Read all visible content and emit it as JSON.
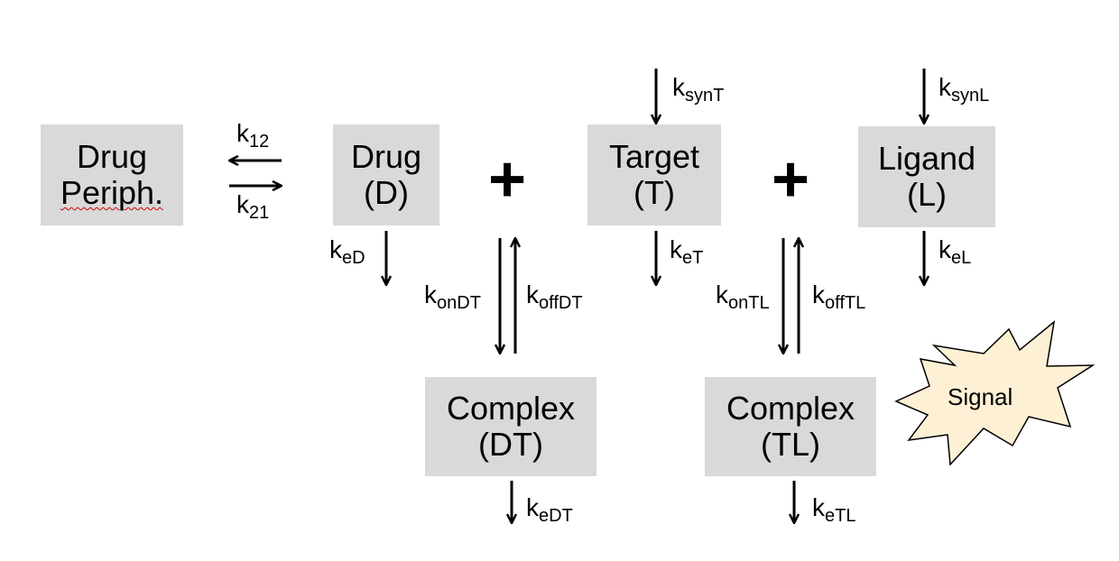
{
  "nodes": {
    "drug_periph": {
      "line1": "Drug",
      "line2": "Periph."
    },
    "drug": {
      "line1": "Drug",
      "line2": "(D)"
    },
    "target": {
      "line1": "Target",
      "line2": "(T)"
    },
    "ligand": {
      "line1": "Ligand",
      "line2": "(L)"
    },
    "complex_dt": {
      "line1": "Complex",
      "line2": "(DT)"
    },
    "complex_tl": {
      "line1": "Complex",
      "line2": "(TL)"
    }
  },
  "operators": {
    "plus": "+"
  },
  "rates": {
    "k12": {
      "base": "k",
      "sub": "12"
    },
    "k21": {
      "base": "k",
      "sub": "21"
    },
    "keD": {
      "base": "k",
      "sub": "eD"
    },
    "ksynT": {
      "base": "k",
      "sub": "synT"
    },
    "keT": {
      "base": "k",
      "sub": "eT"
    },
    "ksynL": {
      "base": "k",
      "sub": "synL"
    },
    "keL": {
      "base": "k",
      "sub": "eL"
    },
    "konDT": {
      "base": "k",
      "sub": "onDT"
    },
    "koffDT": {
      "base": "k",
      "sub": "offDT"
    },
    "konTL": {
      "base": "k",
      "sub": "onTL"
    },
    "koffTL": {
      "base": "k",
      "sub": "offTL"
    },
    "keDT": {
      "base": "k",
      "sub": "eDT"
    },
    "keTL": {
      "base": "k",
      "sub": "eTL"
    }
  },
  "signal": {
    "label": "Signal",
    "fill": "#fdf0d5"
  },
  "colors": {
    "box_fill": "#d9d9d9",
    "arrow": "#000000"
  }
}
